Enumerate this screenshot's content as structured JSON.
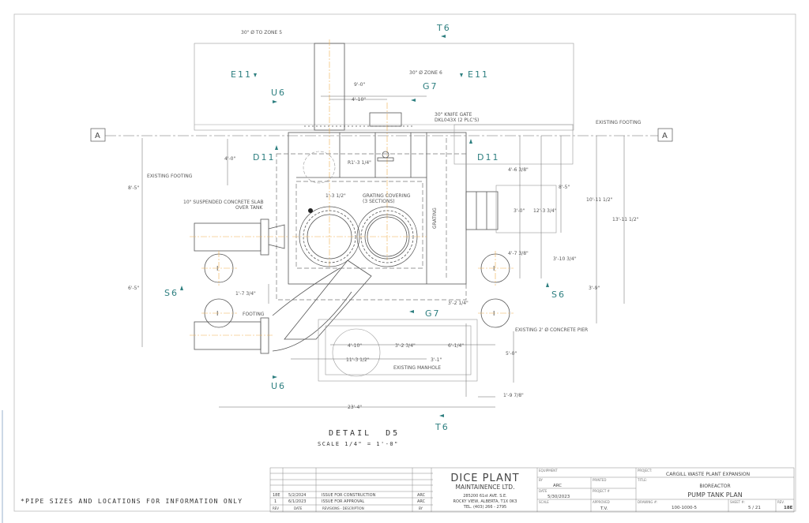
{
  "drawing": {
    "section_marker": "A",
    "tags": {
      "t6_top": "T6",
      "e11_left": "E11",
      "e11_right": "E11",
      "u6_top": "U6",
      "g7_top": "G7",
      "d11_left": "D11",
      "d11_right": "D11",
      "s6_left": "S6",
      "s6_right": "S6",
      "g7_bottom": "G7",
      "u6_bottom": "U6",
      "t6_bottom": "T6"
    },
    "notes": {
      "zone5": "30\" Ø TO ZONE 5",
      "zone6": "30\" Ø ZONE 6",
      "knife_gate_1": "30\" KNIFE GATE",
      "knife_gate_2": "DKL043X (2 PLC'S)",
      "existing_footing_right": "EXISTING FOOTING",
      "existing_footing_left": "EXISTING FOOTING",
      "slab_1": "10\" SUSPENDED CONCRETE SLAB",
      "slab_2": "OVER TANK",
      "grating_cover_1": "GRATING COVERING",
      "grating_cover_2": "(3 SECTIONS)",
      "grating": "GRATING",
      "radius": "R1'-3 1/4\"",
      "footing": "FOOTING",
      "pier": "EXISTING 2' Ø CONCRETE PIER",
      "manhole": "EXISTING MANHOLE"
    },
    "dims": {
      "d9_0": "9'-0\"",
      "d4_10a": "4'-10\"",
      "d4_0": "4'-0\"",
      "d1_3": "1'-3 1/2\"",
      "d8_5a": "8'-5\"",
      "d6_5": "6'-5\"",
      "d4_6": "4'-6 3/8\"",
      "d8_5b": "8'-5\"",
      "d3_0": "3'-0\"",
      "d12_3": "12'-3 3/4\"",
      "d10_11": "10'-11 1/2\"",
      "d13_11": "13'-11 1/2\"",
      "d4_7": "4'-7 3/8\"",
      "d3_10": "3'-10 3/4\"",
      "d3_9": "3'-9\"",
      "d1_7": "1'-7 3/4\"",
      "d3_2a": "3'-2 1/4\"",
      "d4_10b": "4'-10\"",
      "d3_2b": "3'-2 3/4\"",
      "d6_1": "6'-1/4\"",
      "d11_3": "11'-3 1/2\"",
      "d3_1": "3'-1\"",
      "d5_0": "5'-0\"",
      "d1_9": "1'-9 7/8\"",
      "d23_4": "23'-4\""
    },
    "detail_title": "DETAIL  D5",
    "detail_scale": "SCALE 1/4\" = 1'-0\"",
    "footnote": "*PIPE SIZES AND LOCATIONS FOR INFORMATION ONLY"
  },
  "title_block": {
    "revisions": [
      {
        "rev": "18E",
        "date": "5/2/2024",
        "desc": "ISSUE FOR CONSTRUCTION",
        "by": "ARC"
      },
      {
        "rev": "1",
        "date": "6/1/2023",
        "desc": "ISSUE FOR APPROVAL",
        "by": "ARC"
      }
    ],
    "rev_headers": {
      "rev": "REV",
      "date": "DATE",
      "desc": "REVISIONS - DESCRIPTION",
      "by": "BY"
    },
    "company": {
      "name": "DICE PLANT",
      "sub": "MAINTAINENCE LTD.",
      "addr1": "285200 61st AVE. S.E.",
      "addr2": "ROCKY VIEW, ALBERTA, T1X 0K3",
      "tel": "TEL. (403) 266 - 2795"
    },
    "labels": {
      "equipment": "EQUIPMENT",
      "by": "BY",
      "printed": "PRINTED",
      "date": "DATE",
      "project_no": "PROJECT #",
      "scale": "SCALE",
      "approved": "APPROVED",
      "project": "PROJECT:",
      "title": "TITLE:",
      "drawing_no": "DRAWING #:",
      "sheet_no": "SHEET #:",
      "rev": "REV."
    },
    "by": "ARC",
    "date": "5/30/2023",
    "approved": "T.V.",
    "project": "CARGILL WASTE PLANT EXPANSION",
    "title1": "BIOREACTOR",
    "title2": "PUMP TANK PLAN",
    "drawing_no": "100-1000-5",
    "sheet_no": "5 / 21",
    "rev": "18E"
  }
}
